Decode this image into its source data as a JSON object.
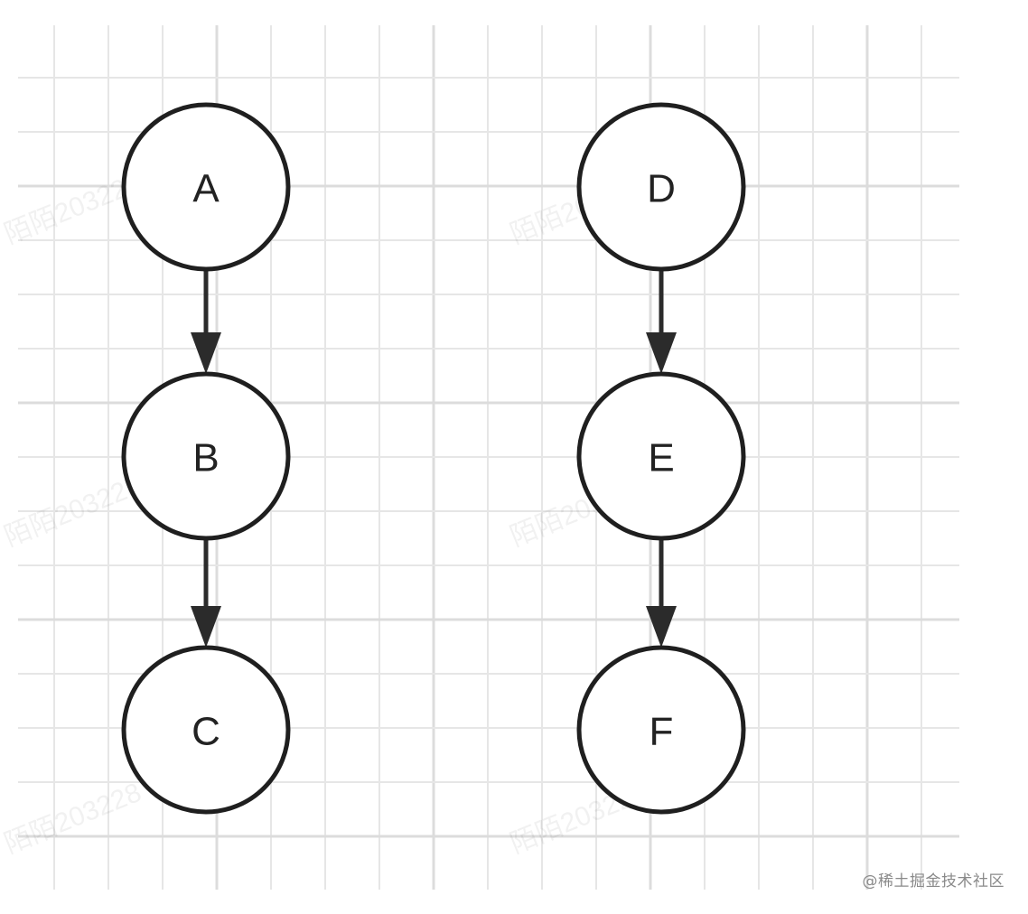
{
  "diagram": {
    "nodes": [
      {
        "id": "A",
        "label": "A"
      },
      {
        "id": "B",
        "label": "B"
      },
      {
        "id": "C",
        "label": "C"
      },
      {
        "id": "D",
        "label": "D"
      },
      {
        "id": "E",
        "label": "E"
      },
      {
        "id": "F",
        "label": "F"
      }
    ],
    "edges": [
      {
        "from": "A",
        "to": "B"
      },
      {
        "from": "B",
        "to": "C"
      },
      {
        "from": "D",
        "to": "E"
      },
      {
        "from": "E",
        "to": "F"
      }
    ]
  },
  "watermark_text": "陌陌203228",
  "credit_text": "@稀土掘金技术社区",
  "colors": {
    "background": "#ffffff",
    "grid": "#e6e6e6",
    "node_stroke": "#1f1f1f",
    "arrow": "#2b2b2b"
  }
}
